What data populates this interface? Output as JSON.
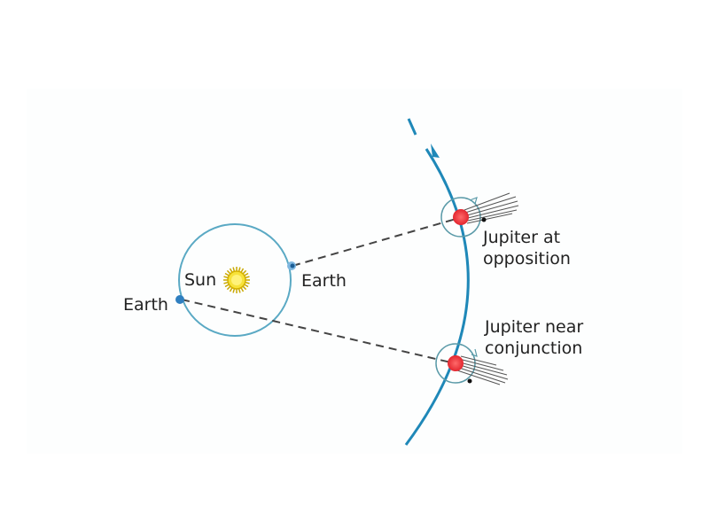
{
  "labels": {
    "sun": "Sun",
    "earth_left": "Earth",
    "earth_right": "Earth",
    "jupiter_opposition_line1": "Jupiter at",
    "jupiter_opposition_line2": "opposition",
    "jupiter_conjunction_line1": "Jupiter near",
    "jupiter_conjunction_line2": "conjunction"
  },
  "colors": {
    "earth_orbit": "#5aa9c4",
    "jupiter_orbit": "#1f88b8",
    "jupiter": "#e8343c",
    "sun": "#f2d21c",
    "earth": "#2f7fc0"
  }
}
